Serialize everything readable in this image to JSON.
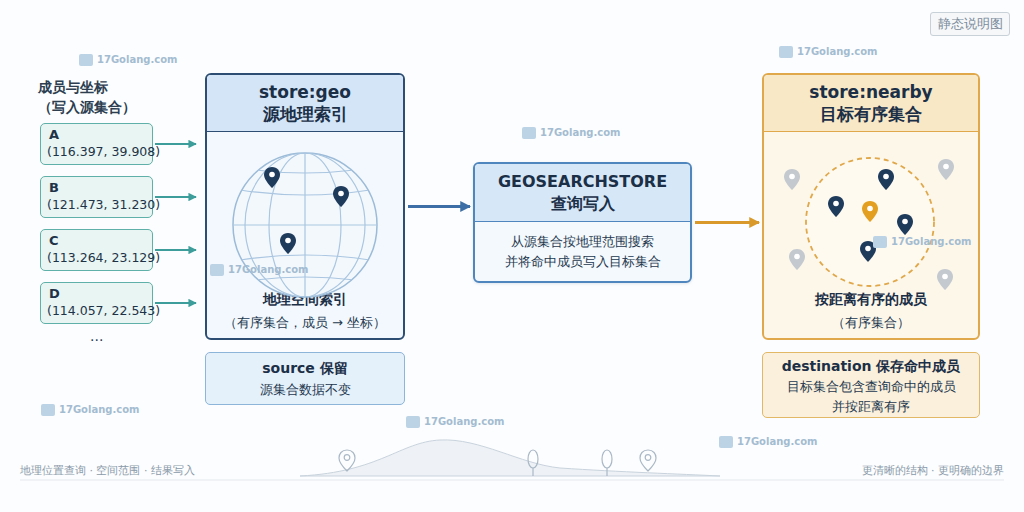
{
  "diagram": {
    "nodes": [
      {
        "text": [
          "A",
          "(116.397, 39.908)"
        ]
      },
      {
        "text": [
          "B",
          "(121.473, 31.230)"
        ]
      },
      {
        "text": [
          "C",
          "(113.264, 23.129)"
        ]
      },
      {
        "text": [
          "D",
          "(114.057, 22.543)"
        ]
      },
      {
        "text": [
          "store:geo 源地理索引",
          "地理空间索引",
          "（有序集合，成员 → 坐标）"
        ]
      },
      {
        "text": [
          "source 保留",
          "源集合数据不变"
        ]
      },
      {
        "text": [
          "GEOSEARCHSTORE 查询写入",
          "从源集合按地理范围搜索 并将命中成员写入目标集合"
        ]
      },
      {
        "text": [
          "store:nearby 目标有序集合",
          "按距离有序的成员",
          "（有序集合）"
        ]
      },
      {
        "text": [
          "destination 保存命中成员",
          "目标集合包含查询命中的成员 并按距离有序"
        ]
      }
    ],
    "edges": [
      {
        "from": 0,
        "to": 4,
        "arrow": "to"
      },
      {
        "from": 1,
        "to": 4,
        "arrow": "to"
      },
      {
        "from": 2,
        "to": 4,
        "arrow": "to"
      },
      {
        "from": 3,
        "to": 4,
        "arrow": "to"
      },
      {
        "from": 4,
        "to": 6,
        "arrow": "to"
      },
      {
        "from": 6,
        "to": 7,
        "arrow": "to"
      }
    ],
    "labels": [
      "静态说明图",
      "成员与坐标 （写入源集合）",
      "...",
      "地理位置查询 · 空间范围 · 结果写入",
      "更清晰的结构 · 更明确的边界",
      "17Golang.com",
      "17Golang.com",
      "17Golang.com",
      "17Golang.com",
      "17Golang.com",
      "17Golang.com",
      "17Golang.com",
      "17Golang.com"
    ]
  }
}
